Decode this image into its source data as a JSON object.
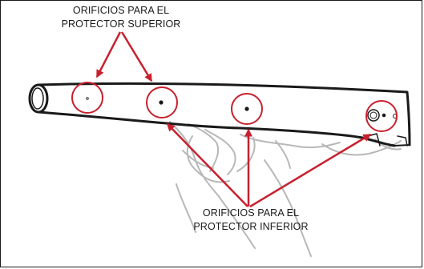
{
  "labels": {
    "upper_line1": "ORIFICIOS PARA EL",
    "upper_line2": "PROTECTOR SUPERIOR",
    "lower_line1": "ORIFICIOS PARA EL",
    "lower_line2": "PROTECTOR INFERIOR"
  },
  "colors": {
    "highlight": "#c8202e",
    "outline": "#1a1a1a",
    "hand": "#b8b8b8"
  }
}
